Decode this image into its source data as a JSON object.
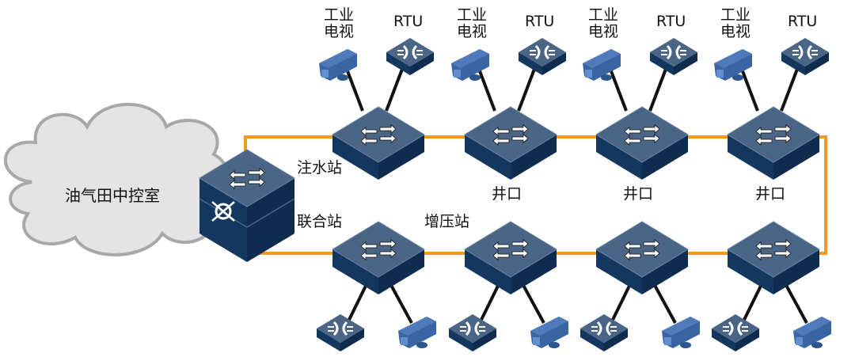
{
  "cloud": {
    "label": "油气田中控室"
  },
  "core_switch": {
    "name": "core-switch"
  },
  "stations": {
    "top": [
      {
        "label": "注水站",
        "camera_label": [
          "工业",
          "电视"
        ],
        "rtu_label": "RTU"
      },
      {
        "label": "井口",
        "camera_label": [
          "工业",
          "电视"
        ],
        "rtu_label": "RTU"
      },
      {
        "label": "井口",
        "camera_label": [
          "工业",
          "电视"
        ],
        "rtu_label": "RTU"
      },
      {
        "label": "井口",
        "camera_label": [
          "工业",
          "电视"
        ],
        "rtu_label": "RTU"
      }
    ],
    "bottom": [
      {
        "label": "联合站"
      },
      {
        "label": "增压站"
      },
      {
        "label": ""
      },
      {
        "label": ""
      }
    ]
  },
  "colors": {
    "ring": "#f39a1e",
    "switch_top": "#4a6585",
    "switch_side": "#14375f",
    "camera": "#3a65a3",
    "cloud": "#e4e4e4"
  }
}
